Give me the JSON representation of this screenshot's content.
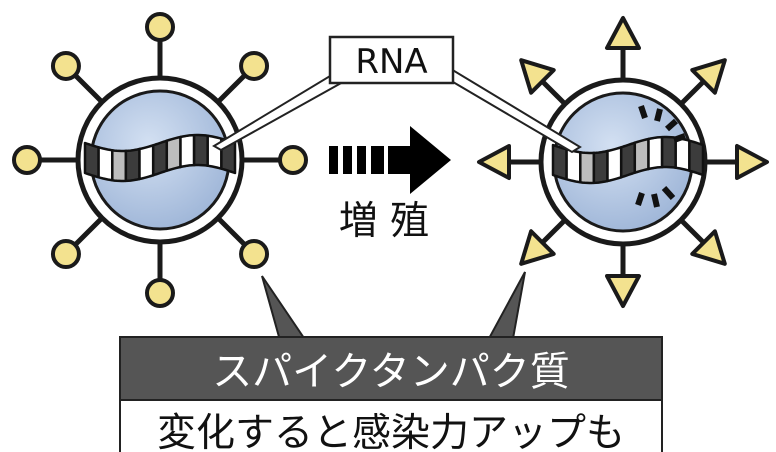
{
  "labels": {
    "rna": "RNA",
    "process": "増 殖",
    "caption_title": "スパイクタンパク質",
    "caption_body": "変化すると感染力アップも"
  },
  "colors": {
    "virus_fill": "#b9cbe6",
    "virus_stroke": "#1a1a1a",
    "spike_fill": "#f3e28f",
    "caption_bar": "#555555",
    "caption_text": "#ffffff",
    "text": "#111111",
    "rna_dark": "#3c3c3c",
    "rna_mid": "#bdbdbd",
    "rna_light": "#ffffff"
  },
  "icons": {
    "left_spikes": "round-knob",
    "right_spikes": "triangle",
    "arrow": "dashed-right-arrow",
    "burst": "mutation-burst"
  }
}
